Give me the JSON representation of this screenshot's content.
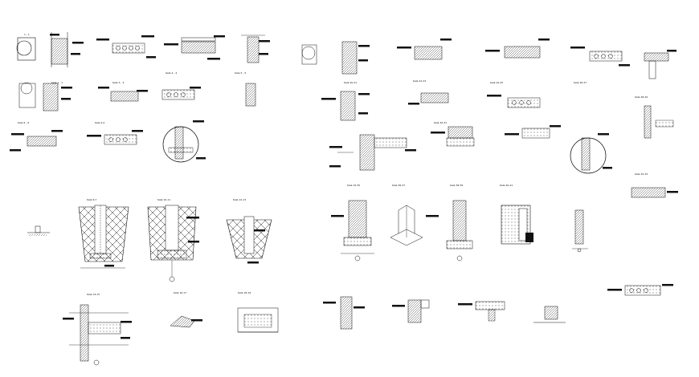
{
  "drawing": {
    "background": "#ffffff",
    "ink": "#111111",
    "captions": {
      "c01": "1 - 1",
      "c02": "Kėlė 1 - 1",
      "c03": "Kėlė 3 - 3",
      "c04": "Kėlė 4 - 4",
      "c05": "Kėlė 5 - 5",
      "c06": "Kėlė 6 - 6",
      "c07": "Kėlė 2-2",
      "c08": "Kėlė 6-7",
      "c09": "Kėlė 10-11",
      "c10": "Kėlė 12-13",
      "c11": "Kėlė 14-15",
      "c12": "Kėlė 16-17",
      "c13": "Kėlė 18-19",
      "c14": "Kėlė 20-21",
      "c15": "Kėlė 22-23",
      "c16": "Kėlė 24-25",
      "c17": "Kėlė 26-27",
      "c18": "Kėlė 28-29",
      "c19": "Kėlė 30-31",
      "c20": "Kėlė 32-33",
      "c21": "Kėlė 34-35",
      "c22": "Kėlė 36-37",
      "c23": "Kėlė 38-39",
      "c24": "Kėlė 40-41"
    }
  }
}
